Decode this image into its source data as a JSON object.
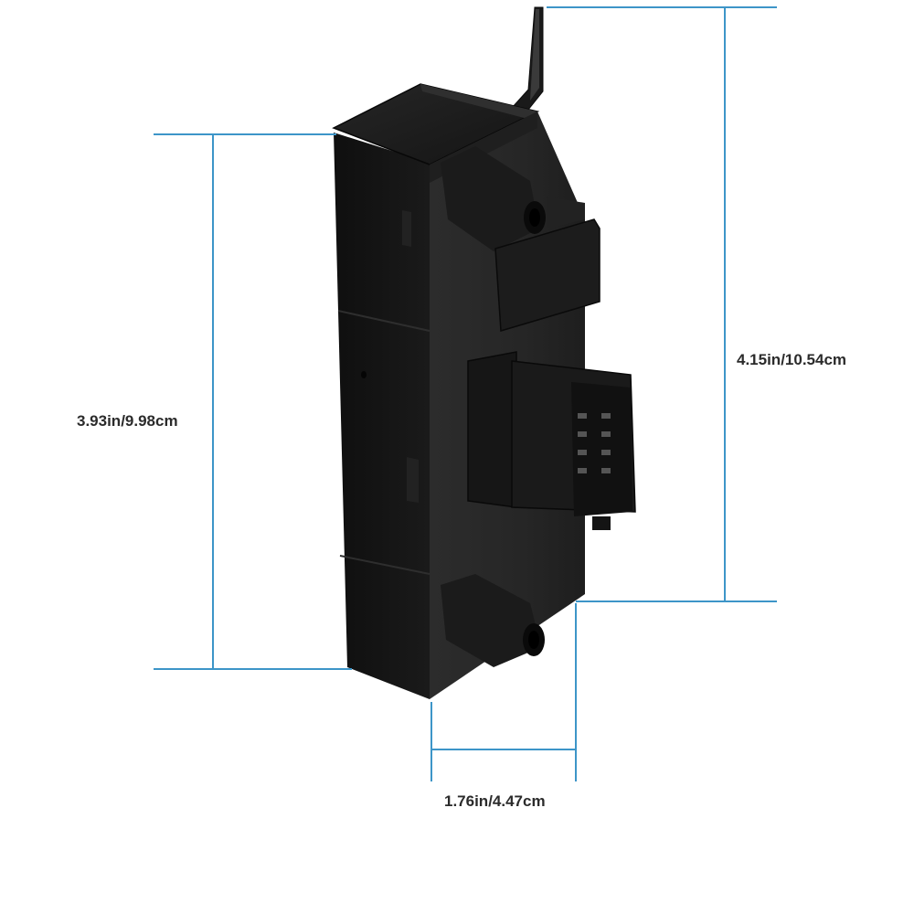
{
  "dimensions": {
    "height_left": "3.93in/9.98cm",
    "height_right": "4.15in/10.54cm",
    "width": "1.76in/4.47cm"
  },
  "colors": {
    "background": "#ffffff",
    "dimension_line": "#3d95c8",
    "body_front": "#262626",
    "body_side": "#121212",
    "body_top": "#1c1c1c",
    "label_text": "#2b2b2b"
  },
  "icons": {
    "product": "power-seat-control-module"
  }
}
